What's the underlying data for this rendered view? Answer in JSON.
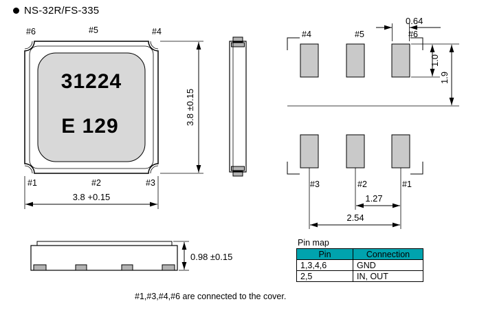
{
  "title": "NS-32R/FS-335",
  "top_view": {
    "marking_line1": "31224",
    "marking_line2": "E 129",
    "pins": {
      "p6": "#6",
      "p5": "#5",
      "p4": "#4",
      "p1": "#1",
      "p2": "#2",
      "p3": "#3"
    },
    "dim_right": "3.8 ±0.15",
    "dim_bottom": "3.8 +0.15"
  },
  "land_pattern": {
    "pins": {
      "p4": "#4",
      "p5": "#5",
      "p6": "#6",
      "p3": "#3",
      "p2": "#2",
      "p1": "#1"
    },
    "dim_pad_width": "0.64",
    "dim_pad_height": "1.0",
    "dim_row_pitch": "1.9",
    "dim_pitch_small": "1.27",
    "dim_pitch_large": "2.54"
  },
  "front_view": {
    "dim_height": "0.98 ±0.15"
  },
  "pin_map": {
    "title": "Pin map",
    "header_pin": "Pin",
    "header_connection": "Connection",
    "rows": [
      {
        "pin": "1,3,4,6",
        "connection": "GND"
      },
      {
        "pin": "2,5",
        "connection": "IN, OUT"
      }
    ]
  },
  "note": "#1,#3,#4,#6 are connected to the cover.",
  "colors": {
    "lid_gray": "#d8d8d8",
    "pad_gray": "#c9c9c9",
    "terminal_gray": "#b3b3b3",
    "table_header": "#00a3ae"
  }
}
